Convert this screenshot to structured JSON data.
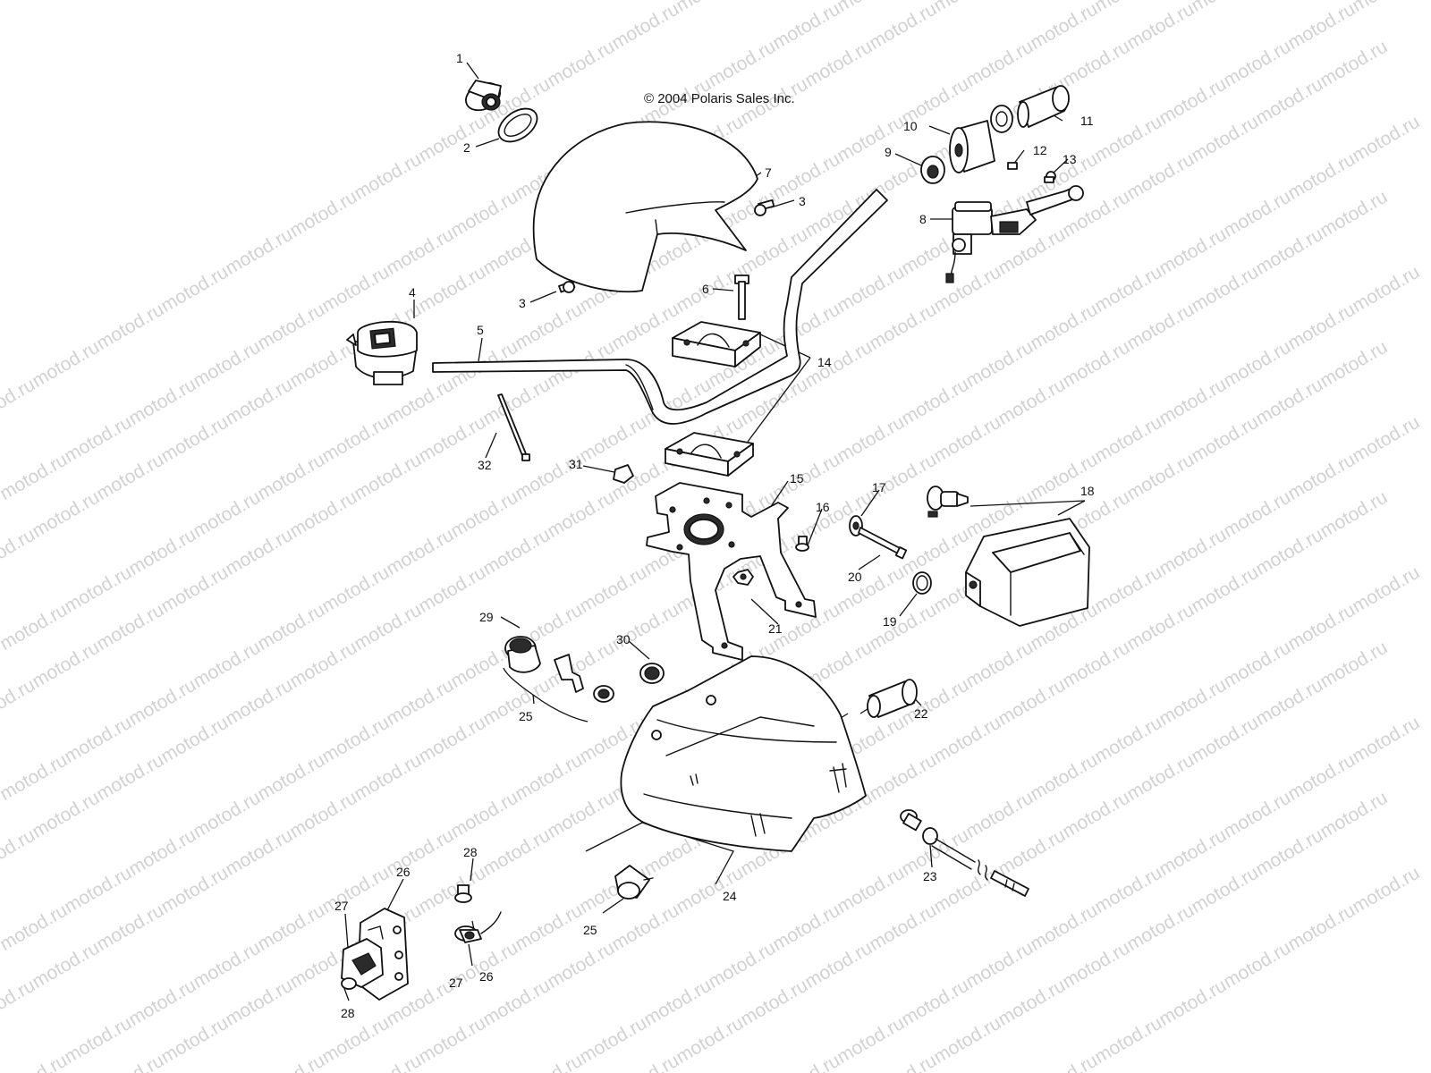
{
  "copyright": "© 2004 Polaris Sales Inc.",
  "watermark": "motod.ru",
  "callouts": [
    {
      "id": "c1",
      "label": "1"
    },
    {
      "id": "c2",
      "label": "2"
    },
    {
      "id": "c3a",
      "label": "3"
    },
    {
      "id": "c3b",
      "label": "3"
    },
    {
      "id": "c4",
      "label": "4"
    },
    {
      "id": "c5",
      "label": "5"
    },
    {
      "id": "c6",
      "label": "6"
    },
    {
      "id": "c7",
      "label": "7"
    },
    {
      "id": "c8",
      "label": "8"
    },
    {
      "id": "c9",
      "label": "9"
    },
    {
      "id": "c10",
      "label": "10"
    },
    {
      "id": "c11",
      "label": "11"
    },
    {
      "id": "c12",
      "label": "12"
    },
    {
      "id": "c13",
      "label": "13"
    },
    {
      "id": "c14",
      "label": "14"
    },
    {
      "id": "c15",
      "label": "15"
    },
    {
      "id": "c16",
      "label": "16"
    },
    {
      "id": "c17",
      "label": "17"
    },
    {
      "id": "c18",
      "label": "18"
    },
    {
      "id": "c19",
      "label": "19"
    },
    {
      "id": "c20",
      "label": "20"
    },
    {
      "id": "c21",
      "label": "21"
    },
    {
      "id": "c22",
      "label": "22"
    },
    {
      "id": "c23",
      "label": "23"
    },
    {
      "id": "c24",
      "label": "24"
    },
    {
      "id": "c25a",
      "label": "25"
    },
    {
      "id": "c25b",
      "label": "25"
    },
    {
      "id": "c26a",
      "label": "26"
    },
    {
      "id": "c26b",
      "label": "26"
    },
    {
      "id": "c27a",
      "label": "27"
    },
    {
      "id": "c27b",
      "label": "27"
    },
    {
      "id": "c28a",
      "label": "28"
    },
    {
      "id": "c28b",
      "label": "28"
    },
    {
      "id": "c29",
      "label": "29"
    },
    {
      "id": "c30",
      "label": "30"
    },
    {
      "id": "c31",
      "label": "31"
    },
    {
      "id": "c32",
      "label": "32"
    }
  ]
}
